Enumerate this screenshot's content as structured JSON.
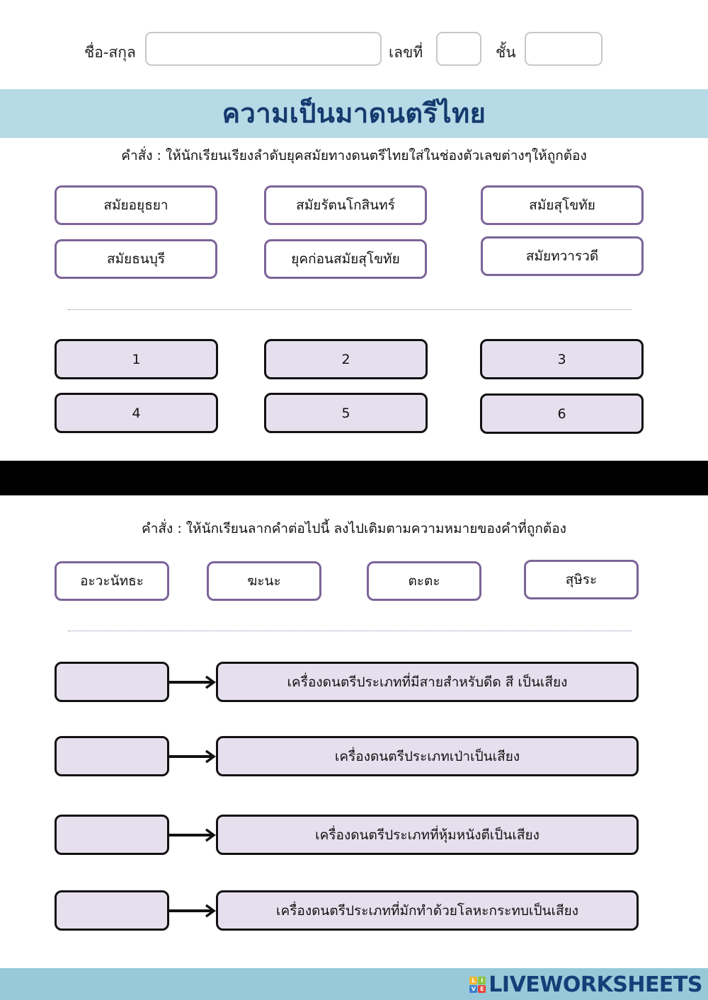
{
  "header": {
    "name_label": "ชื่อ-สกุล",
    "name_value": "",
    "number_label": "เลขที่",
    "number_value": "",
    "class_label": "ชั้น",
    "class_value": ""
  },
  "title": "ความเป็นมาดนตรีไทย",
  "section1": {
    "instruction": "คำสั่ง : ให้นักเรียนเรียงลำดับยุคสมัยทางดนตรีไทยใส่ในช่องตัวเลขต่างๆให้ถูกต้อง",
    "word_boxes": [
      "สมัยอยุธยา",
      "สมัยรัตนโกสินทร์",
      "สมัยสุโขทัย",
      "สมัยธนบุรี",
      "ยุคก่อนสมัยสุโขทัย",
      "สมัยทวารวดี"
    ],
    "drop_boxes": [
      "1",
      "2",
      "3",
      "4",
      "5",
      "6"
    ]
  },
  "section2": {
    "instruction": "คำสั่ง : ให้นักเรียนลากคำต่อไปนี้ ลงไปเติมตามความหมายของคำที่ถูกต้อง",
    "word_boxes": [
      "อะวะนัทธะ",
      "ฆะนะ",
      "ตะตะ",
      "สุษิระ"
    ],
    "definitions": [
      "เครื่องดนตรีประเภทที่มีสายสำหรับดีด สี เป็นเสียง",
      "เครื่องดนตรีประเภทเป่าเป็นเสียง",
      "เครื่องดนตรีประเภทที่หุ้มหนังตีเป็นเสียง",
      "เครื่องดนตรีประเภทที่มักทำด้วยโลหะกระทบเป็นเสียง"
    ]
  },
  "footer": {
    "logo_text": "LIVEWORKSHEETS",
    "logo_tiles": [
      "L",
      "I",
      "V",
      "E"
    ],
    "logo_tile_colors": [
      "#f2b632",
      "#8cc63f",
      "#3b7fd0",
      "#e8453c"
    ]
  },
  "colors": {
    "title_band": "#b7dbe6",
    "title_text": "#153a6e",
    "word_box_border": "#7c6498",
    "drop_box_fill": "#e6e0ee",
    "footer_band": "#97c9d8"
  }
}
